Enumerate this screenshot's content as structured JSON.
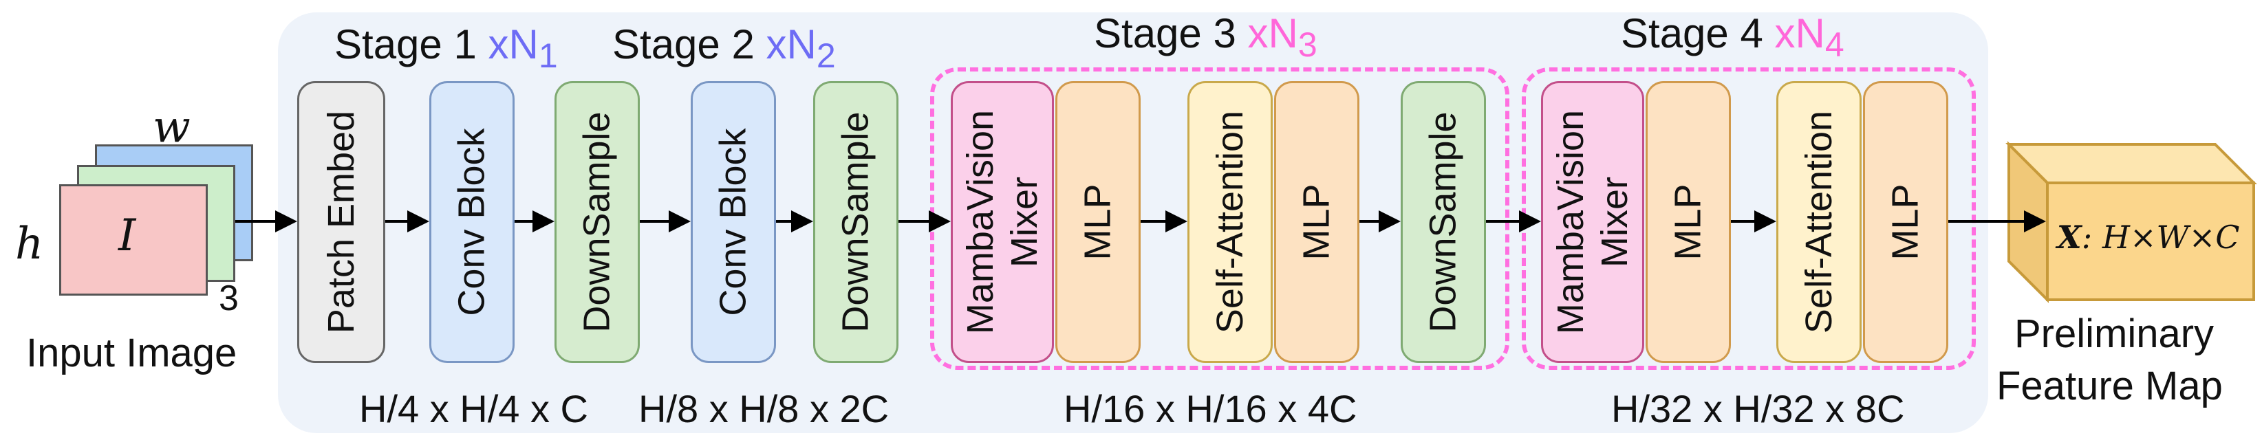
{
  "input": {
    "w_label": "w",
    "h_label": "h",
    "i_label": "I",
    "c_label": "3",
    "caption": "Input Image"
  },
  "stages": [
    {
      "title": "Stage 1",
      "mult": "xN",
      "sub": "1",
      "dims": "H/4 x H/4 x C"
    },
    {
      "title": "Stage 2",
      "mult": "xN",
      "sub": "2",
      "dims": "H/8 x H/8 x 2C"
    },
    {
      "title": "Stage 3",
      "mult": "xN",
      "sub": "3",
      "dims": "H/16 x H/16 x 4C"
    },
    {
      "title": "Stage 4",
      "mult": "xN",
      "sub": "4",
      "dims": "H/32 x H/32 x 8C"
    }
  ],
  "blocks": {
    "patch_embed": "Patch Embed",
    "conv_block_1": "Conv Block",
    "downsample_1": "DownSample",
    "conv_block_2": "Conv Block",
    "downsample_2": "DownSample",
    "mamba_3_line1": "MambaVision",
    "mamba_3_line2": "Mixer",
    "mlp_3a": "MLP",
    "attn_3": "Self-Attention",
    "mlp_3b": "MLP",
    "downsample_3": "DownSample",
    "mamba_4_line1": "MambaVision",
    "mamba_4_line2": "Mixer",
    "mlp_4a": "MLP",
    "attn_4": "Self-Attention",
    "mlp_4b": "MLP"
  },
  "output": {
    "formula_x": "X",
    "formula_rest": ": H×W×C",
    "caption_line1": "Preliminary",
    "caption_line2": "Feature Map"
  },
  "colors": {
    "stage_bg": "#eef3fa",
    "dashed_border": "#ff6fe0",
    "multiplier_pink": "#ff66d9",
    "multiplier_blue": "#6d6cf5",
    "cube_face": "#fbd68c"
  }
}
